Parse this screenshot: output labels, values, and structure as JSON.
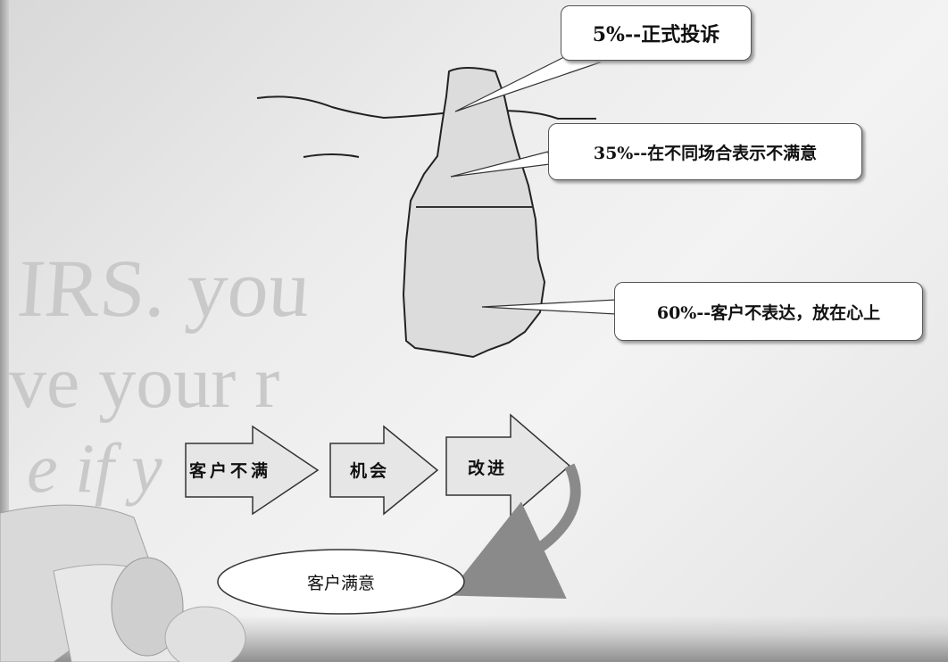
{
  "callouts": {
    "top": "5%--正式投诉",
    "middle": "35%--在不同场合表示不满意",
    "bottom": "60%--客户不表达，放在心上"
  },
  "flow": {
    "step1": "客户不满",
    "step2": "机会",
    "step3": "改进",
    "result": "客户满意"
  },
  "background_text": {
    "line1": "IRS. you",
    "line2": "ve your r",
    "line3": "e if y"
  },
  "colors": {
    "arrow_fill": "#e6e6e6",
    "outline": "#333333",
    "iceberg_fill": "#dcdcdc",
    "curved_arrow": "#8a8a8a"
  }
}
